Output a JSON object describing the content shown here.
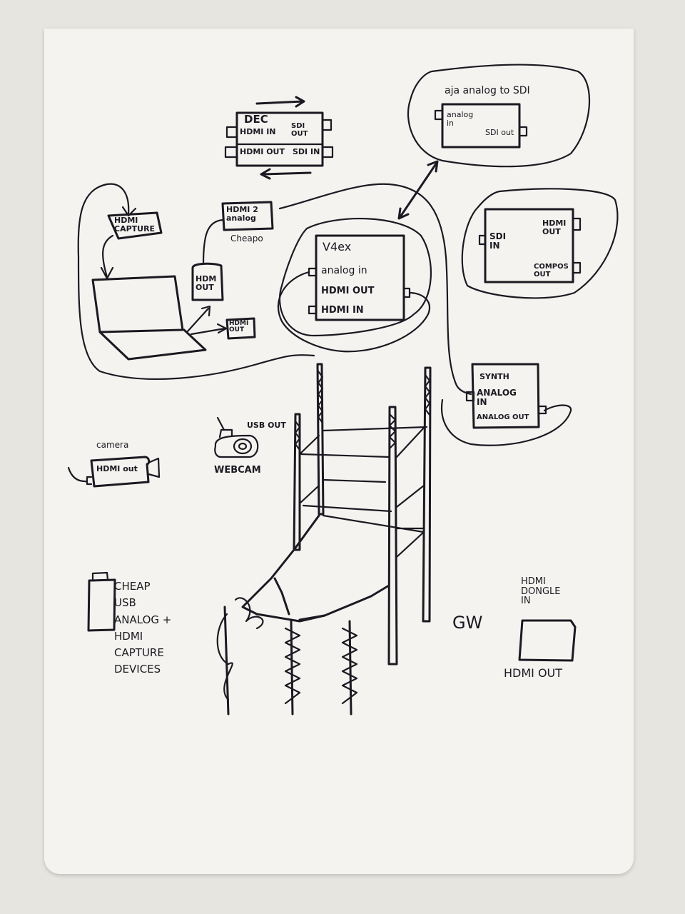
{
  "sketch": {
    "ink_color": "#1b1a22",
    "paper_color": "#f4f3ef",
    "background_color": "#e7e5e0",
    "devices": {
      "dec": {
        "title": "DEC",
        "port1": "HDMI IN",
        "port2": "SDI OUT",
        "port3": "HDMI OUT",
        "port4": "SDI IN"
      },
      "aja": {
        "title": "aja analog to SDI",
        "in": "analog\nin",
        "out": "SDI out"
      },
      "sdi_box": {
        "in": "SDI\nIN",
        "out1": "HDMI\nOUT",
        "out2": "COMPOS\nOUT"
      },
      "v4ex": {
        "title": "V4ex",
        "p1": "analog in",
        "p2": "HDMI OUT",
        "p3": "HDMI IN"
      },
      "hdmi_capture": {
        "label": "HDMI\nCAPTURE"
      },
      "hdmi2analog": {
        "label": "HDMI 2\nanalog",
        "note": "Cheapo"
      },
      "hdmi_out_1": {
        "label": "HDM\nOUT"
      },
      "hdmi_out_2": {
        "label": "HDMI\nOUT"
      },
      "synth": {
        "title": "SYNTH",
        "in": "ANALOG\nIN",
        "out": "ANALOG OUT"
      },
      "camera": {
        "caption": "camera",
        "label": "HDMI out"
      },
      "webcam": {
        "caption": "WEBCAM",
        "out": "USB OUT"
      },
      "usb_capture": {
        "label": "CHEAP\nUSB\nANALOG +\nHDMI\nCAPTURE\nDEVICES"
      },
      "gw": {
        "label": "GW"
      },
      "dongle": {
        "top": "HDMI\nDONGLE\nIN",
        "bottom": "HDMI OUT"
      }
    }
  }
}
